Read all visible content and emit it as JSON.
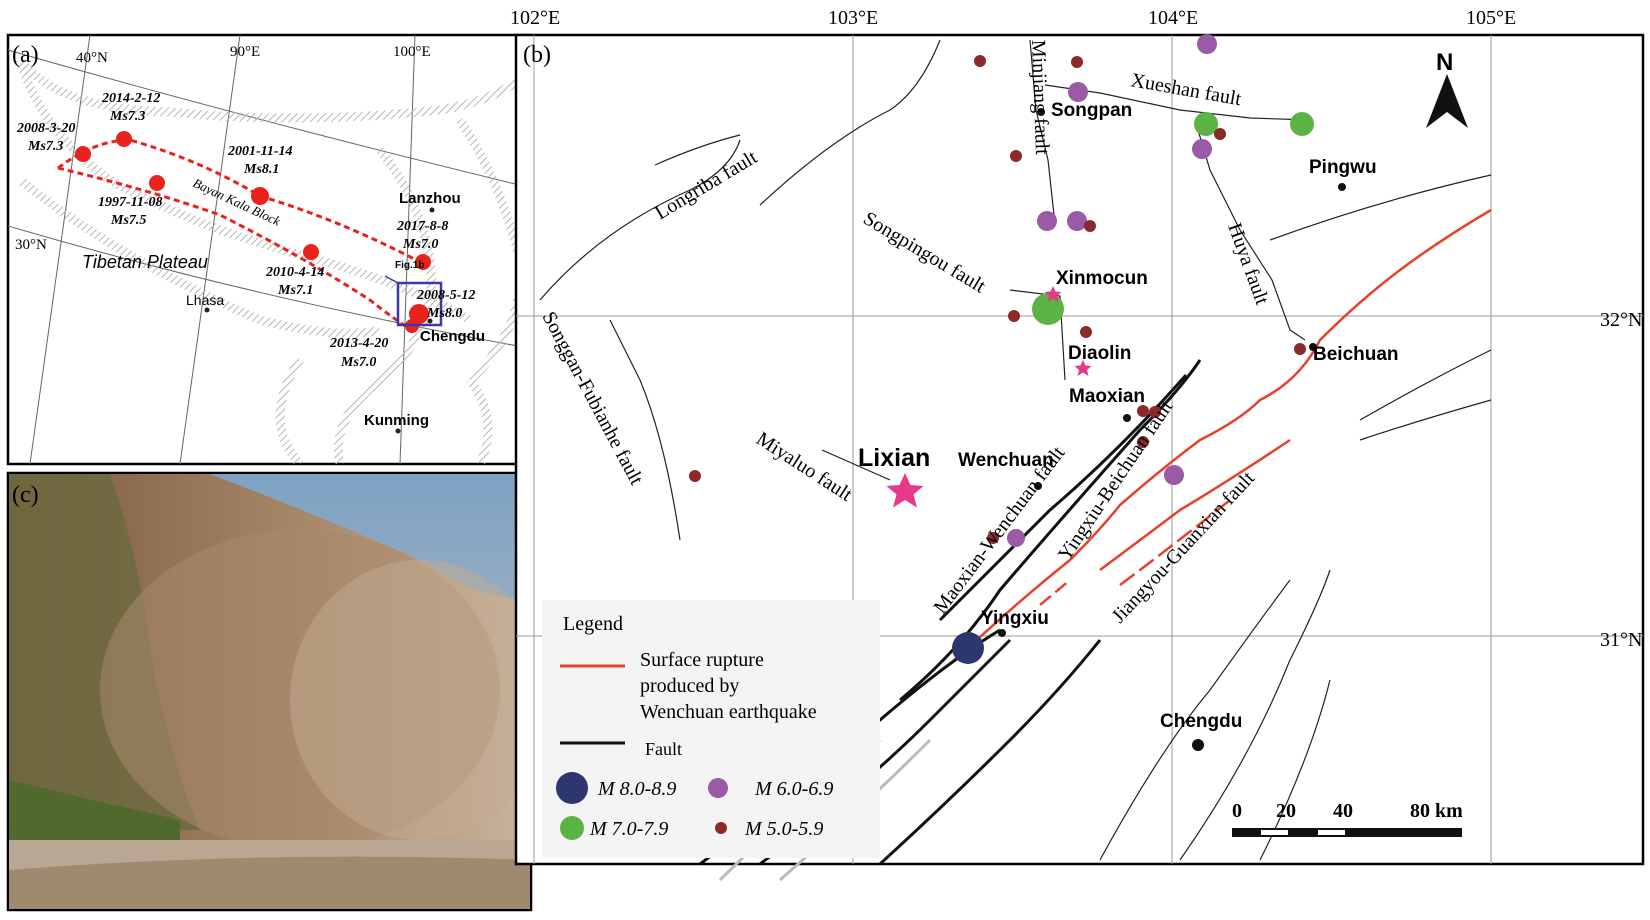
{
  "panel_a": {
    "label": "(a)",
    "lat_labels": [
      "40°N",
      "30°N"
    ],
    "lon_labels": [
      "90°E",
      "100°E"
    ],
    "region": "Tibetan Plateau",
    "block": "Bayan Kala Block",
    "inset_label": "Fig.1b",
    "cities": [
      "Lanzhou",
      "Lhasa",
      "Chengdu",
      "Kunming"
    ],
    "events": [
      {
        "date": "2008-3-20",
        "mag": "Ms7.3"
      },
      {
        "date": "2014-2-12",
        "mag": "Ms7.3"
      },
      {
        "date": "2001-11-14",
        "mag": "Ms8.1"
      },
      {
        "date": "1997-11-08",
        "mag": "Ms7.5"
      },
      {
        "date": "2017-8-8",
        "mag": "Ms7.0"
      },
      {
        "date": "2010-4-14",
        "mag": "Ms7.1"
      },
      {
        "date": "2008-5-12",
        "mag": "Ms8.0"
      },
      {
        "date": "2013-4-20",
        "mag": "Ms7.0"
      }
    ],
    "event_color": "#e8231e"
  },
  "panel_b": {
    "label": "(b)",
    "lon_labels": [
      "102°E",
      "103°E",
      "104°E",
      "105°E"
    ],
    "lat_labels": [
      "32°N",
      "31°N"
    ],
    "north": "N",
    "faults": [
      "Minjiang fault",
      "Xueshan fault",
      "Longriba fault",
      "Songpingou fault",
      "Huya fault",
      "Songgan-Fubianhe fault",
      "Miyaluo fault",
      "Maoxian-Wenchuan fault",
      "Yingxiu-Beichuan fault",
      "Jiangyou-Guanxian fault"
    ],
    "places": [
      "Songpan",
      "Pingwu",
      "Xinmocun",
      "Diaolin",
      "Maoxian",
      "Beichuan",
      "Lixian",
      "Wenchuan",
      "Yingxiu",
      "Chengdu"
    ],
    "legend": {
      "title": "Legend",
      "rupture": "Surface rupture produced by Wenchuan earthquake",
      "fault": "Fault",
      "m8": "M 8.0-8.9",
      "m7": "M 7.0-7.9",
      "m6": "M 6.0-6.9",
      "m5": "M 5.0-5.9"
    },
    "scale": {
      "labels": [
        "0",
        "20",
        "40",
        "80 km"
      ]
    },
    "colors": {
      "m8": "#2e3670",
      "m7": "#5bb346",
      "m6": "#9b5aa6",
      "m5": "#8b2a2a",
      "rupture": "#e8402a",
      "star": "#e8388a"
    }
  },
  "panel_c": {
    "label": "(c)"
  }
}
